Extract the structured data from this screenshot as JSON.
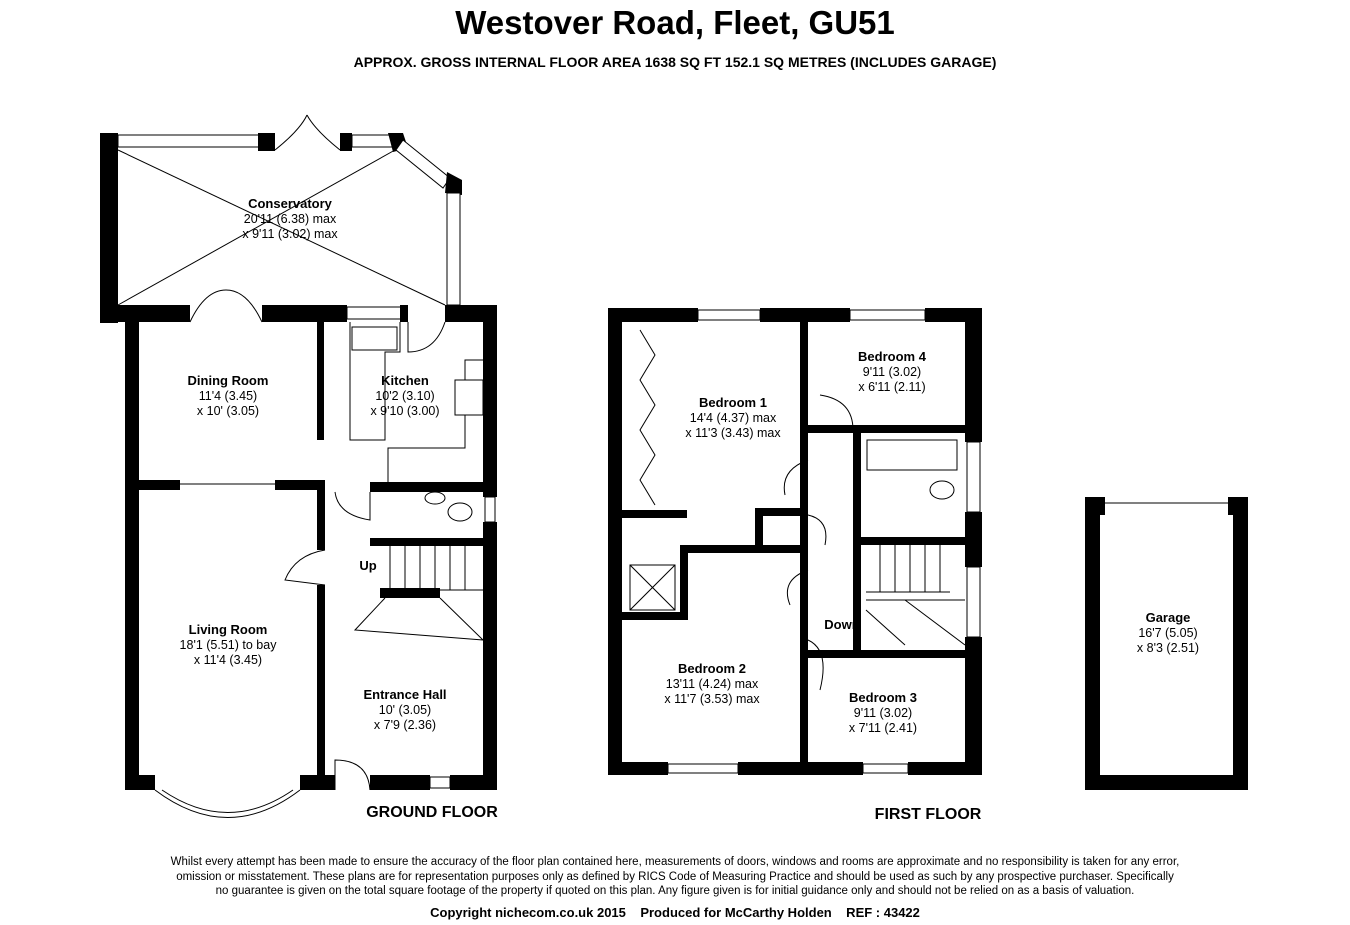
{
  "header": {
    "title": "Westover Road, Fleet, GU51",
    "subtitle": "APPROX. GROSS INTERNAL FLOOR AREA 1638 SQ FT 152.1 SQ METRES (INCLUDES GARAGE)"
  },
  "ground_floor": {
    "label": "GROUND FLOOR",
    "stairs_label": "Up",
    "rooms": [
      {
        "name": "Conservatory",
        "dim1": "20'11 (6.38) max",
        "dim2": "x 9'11 (3.02) max"
      },
      {
        "name": "Dining Room",
        "dim1": "11'4 (3.45)",
        "dim2": "x 10' (3.05)"
      },
      {
        "name": "Kitchen",
        "dim1": "10'2 (3.10)",
        "dim2": "x 9'10 (3.00)"
      },
      {
        "name": "Living Room",
        "dim1": "18'1 (5.51) to bay",
        "dim2": "x 11'4 (3.45)"
      },
      {
        "name": "Entrance Hall",
        "dim1": "10' (3.05)",
        "dim2": "x 7'9 (2.36)"
      }
    ]
  },
  "first_floor": {
    "label": "FIRST FLOOR",
    "stairs_label": "Down",
    "rooms": [
      {
        "name": "Bedroom 1",
        "dim1": "14'4 (4.37) max",
        "dim2": "x 11'3 (3.43) max"
      },
      {
        "name": "Bedroom 4",
        "dim1": "9'11 (3.02)",
        "dim2": "x 6'11 (2.11)"
      },
      {
        "name": "Bedroom 2",
        "dim1": "13'11 (4.24) max",
        "dim2": "x 11'7 (3.53) max"
      },
      {
        "name": "Bedroom 3",
        "dim1": "9'11 (3.02)",
        "dim2": "x 7'11 (2.41)"
      }
    ]
  },
  "garage": {
    "name": "Garage",
    "dim1": "16'7 (5.05)",
    "dim2": "x 8'3 (2.51)"
  },
  "footer": {
    "disclaimer_1": "Whilst every attempt has been made to ensure the accuracy of the floor plan contained here, measurements of doors, windows and rooms are approximate and no responsibility is taken for any error,",
    "disclaimer_2": "omission or misstatement. These plans are for representation purposes only as defined by RICS Code of Measuring Practice and should be used as such by any prospective purchaser.  Specifically",
    "disclaimer_3": "no guarantee is given on the total square footage of the property if quoted on this plan. Any figure given is for initial guidance only and should not be relied on as a basis of valuation.",
    "copyright": "Copyright nichecom.co.uk 2015    Produced for McCarthy Holden    REF : 43422"
  }
}
